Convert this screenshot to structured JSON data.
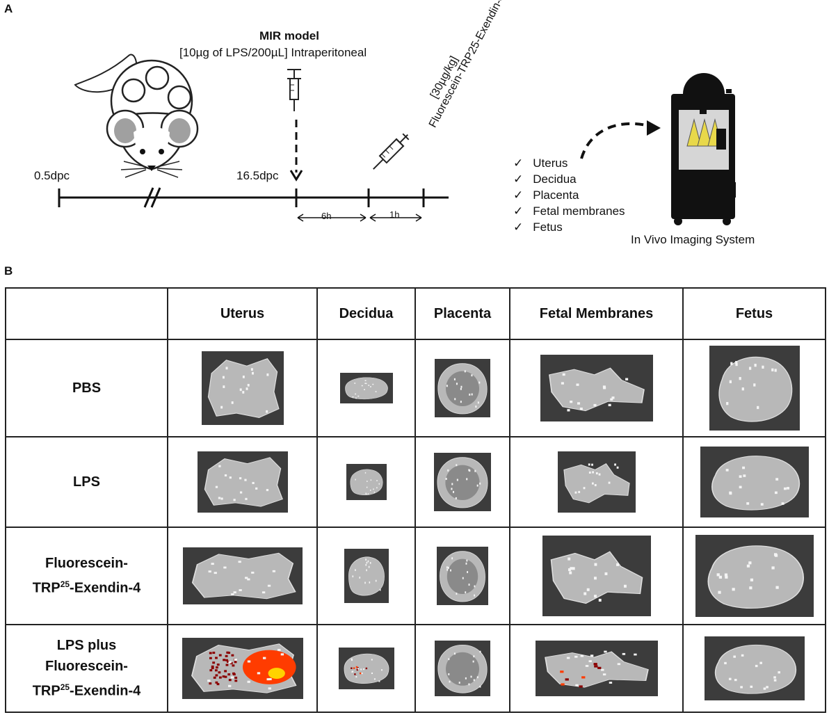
{
  "panel_a": {
    "label": "A",
    "start_label": "0.5dpc",
    "injection_label": "16.5dpc",
    "model_title": "MIR model",
    "model_detail": "[10µg of LPS/200µL] Intraperitoneal",
    "dose_line1": "[30µg/kg]",
    "dose_line2": "Fluorescein-TRP25-Exendin-4",
    "interval_1": "6h",
    "interval_2": "1h",
    "checklist": [
      "Uterus",
      "Decidua",
      "Placenta",
      "Fetal membranes",
      "Fetus"
    ],
    "check_mark": "✓",
    "device_label": "In Vivo Imaging System"
  },
  "panel_b": {
    "label": "B",
    "columns": [
      "Uterus",
      "Decidua",
      "Placenta",
      "Fetal Membranes",
      "Fetus"
    ],
    "rows": [
      {
        "lines": [
          "PBS"
        ]
      },
      {
        "lines": [
          "LPS"
        ]
      },
      {
        "lines": [
          "Fluorescein-",
          "TRP",
          "25",
          "-Exendin-4"
        ]
      },
      {
        "lines": [
          "LPS plus",
          "Fluorescein-",
          "TRP",
          "25",
          "-Exendin-4"
        ]
      }
    ]
  },
  "colors": {
    "tissue_bg": "#3c3c3c",
    "tissue_fill": "#b8b8b8",
    "signal_hot": "#ff3c00",
    "signal_dark": "#8b0000",
    "signal_core": "#ffd200"
  }
}
